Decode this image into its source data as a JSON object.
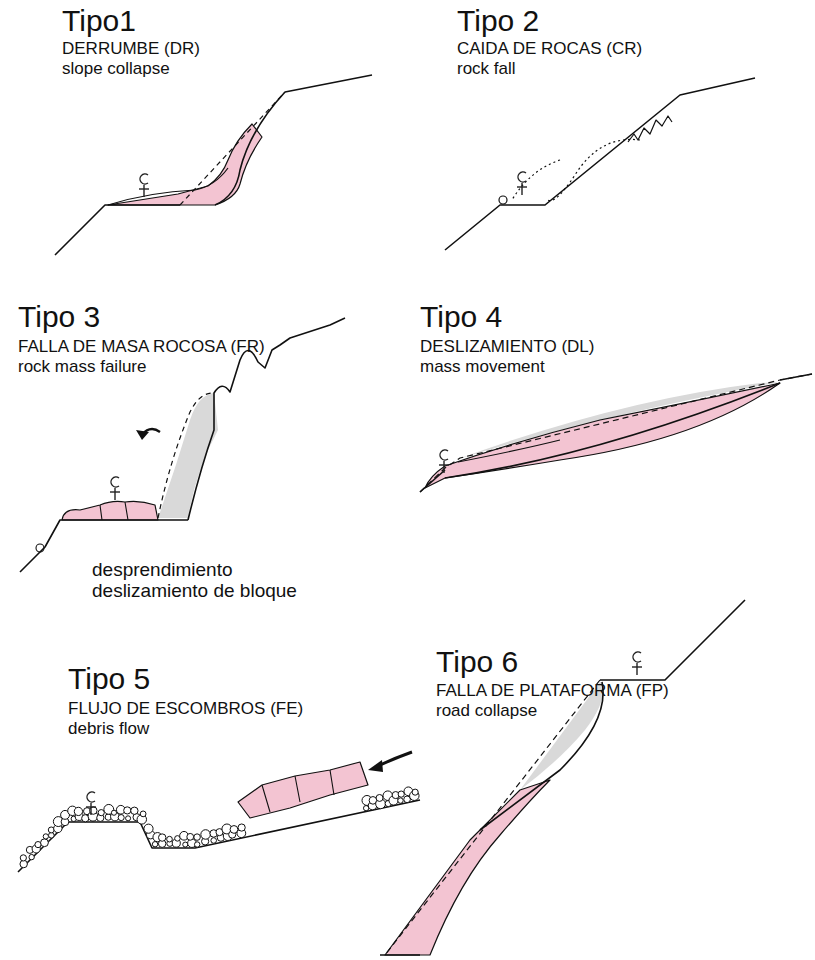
{
  "diagram": {
    "labels": [
      "Tipo1",
      "DERRUMBE (DR)",
      "slope collapse",
      "Tipo 2",
      "CAIDA DE ROCAS (CR)",
      "rock fall",
      "Tipo 3",
      "FALLA DE MASA ROCOSA (FR)",
      "rock mass failure",
      "Tipo 4",
      "DESLIZAMIENTO (DL)",
      "mass movement",
      "desprendimiento deslizamiento de bloque",
      "Tipo 5",
      "FLUJO DE ESCOMBROS (FE)",
      "debris flow",
      "Tipo 6",
      "FALLA DE PLATAFORMA (FP)",
      "road collapse"
    ]
  }
}
